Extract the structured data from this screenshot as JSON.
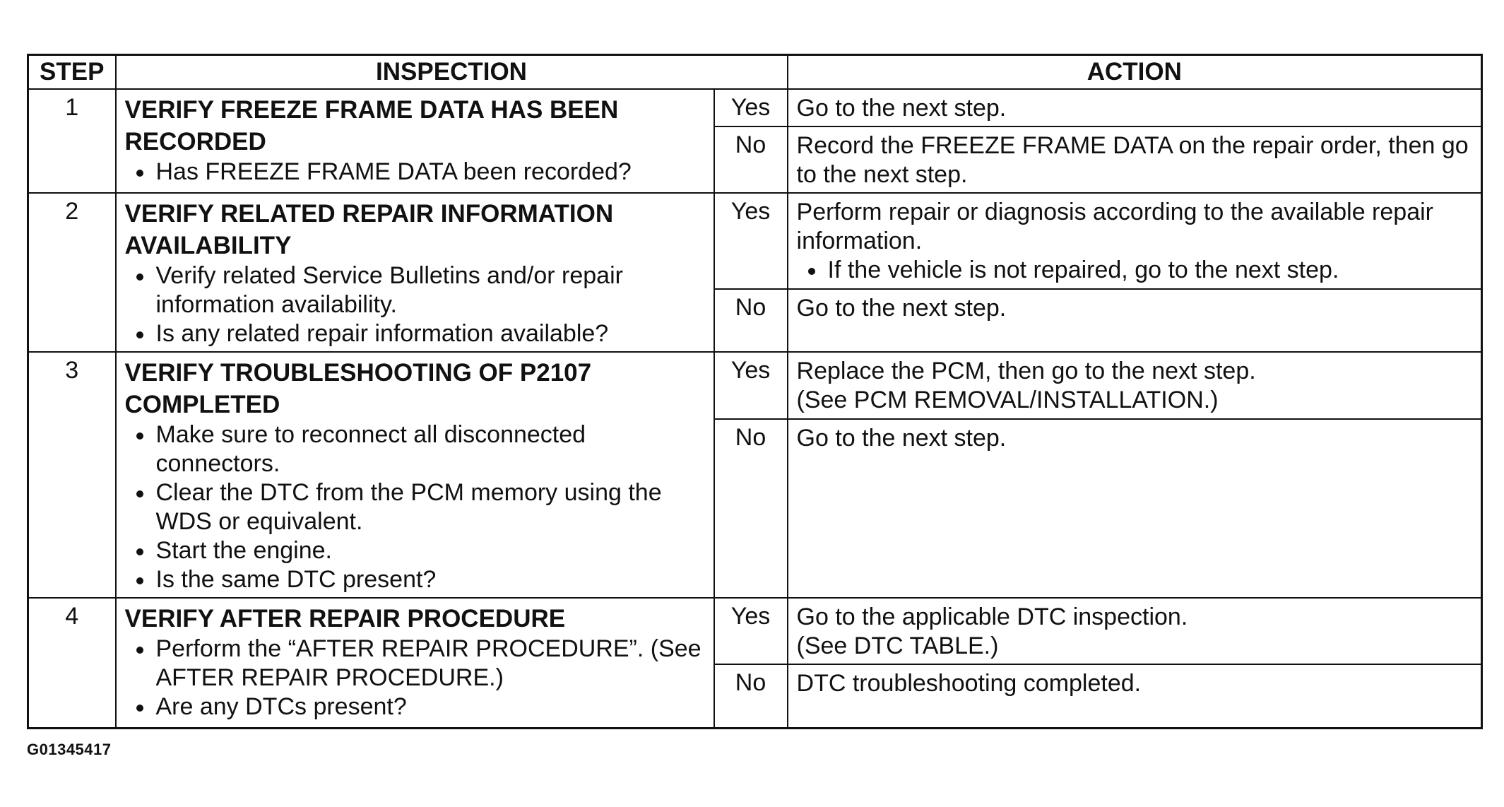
{
  "header": {
    "step": "STEP",
    "inspection": "INSPECTION",
    "action": "ACTION"
  },
  "rows": [
    {
      "step": "1",
      "title": "VERIFY FREEZE FRAME DATA HAS BEEN RECORDED",
      "bullets": [
        "Has FREEZE FRAME DATA been recorded?"
      ],
      "yes_label": "Yes",
      "yes_action": "Go to the next step.",
      "yes_bullets": [],
      "no_label": "No",
      "no_action": "Record the FREEZE FRAME DATA on the repair order, then go to the next step."
    },
    {
      "step": "2",
      "title": "VERIFY RELATED REPAIR INFORMATION AVAILABILITY",
      "bullets": [
        "Verify related Service Bulletins and/or repair information availability.",
        "Is any related repair information available?"
      ],
      "yes_label": "Yes",
      "yes_action": "Perform repair or diagnosis according to the available repair information.",
      "yes_bullets": [
        "If the vehicle is not repaired, go to the next step."
      ],
      "no_label": "No",
      "no_action": "Go to the next step."
    },
    {
      "step": "3",
      "title": "VERIFY TROUBLESHOOTING OF P2107 COMPLETED",
      "bullets": [
        "Make sure to reconnect all disconnected connectors.",
        "Clear the DTC from the PCM memory using the WDS or equivalent.",
        "Start the engine.",
        "Is the same DTC present?"
      ],
      "yes_label": "Yes",
      "yes_action": "Replace the PCM, then go to the next step.",
      "yes_action_2": "(See PCM REMOVAL/INSTALLATION.)",
      "yes_bullets": [],
      "no_label": "No",
      "no_action": "Go to the next step."
    },
    {
      "step": "4",
      "title": "VERIFY AFTER REPAIR PROCEDURE",
      "bullets": [
        "Perform the “AFTER REPAIR PROCEDURE”. (See  AFTER REPAIR PROCEDURE.)",
        "Are any DTCs present?"
      ],
      "yes_label": "Yes",
      "yes_action": "Go to the applicable DTC inspection.",
      "yes_action_2": "(See DTC TABLE.)",
      "yes_bullets": [],
      "no_label": "No",
      "no_action": "DTC troubleshooting completed."
    }
  ],
  "caption": "G01345417"
}
